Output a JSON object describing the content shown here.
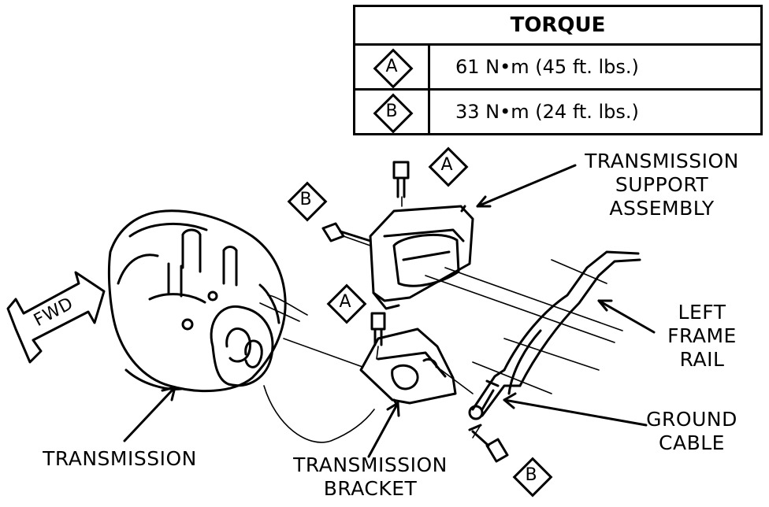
{
  "torque_table": {
    "header": "TORQUE",
    "rows": [
      {
        "symbol": "A",
        "value": "61 N•m (45 ft. lbs.)"
      },
      {
        "symbol": "B",
        "value": "33 N•m (24 ft. lbs.)"
      }
    ]
  },
  "callouts": {
    "a_top": "A",
    "b_left": "B",
    "a_mid": "A",
    "b_bottom": "B"
  },
  "labels": {
    "support_assembly": [
      "TRANSMISSION",
      "SUPPORT",
      "ASSEMBLY"
    ],
    "left_frame_rail": [
      "LEFT",
      "FRAME",
      "RAIL"
    ],
    "ground_cable": [
      "GROUND",
      "CABLE"
    ],
    "transmission": "TRANSMISSION",
    "transmission_bracket": [
      "TRANSMISSION",
      "BRACKET"
    ],
    "fwd": "FWD"
  }
}
